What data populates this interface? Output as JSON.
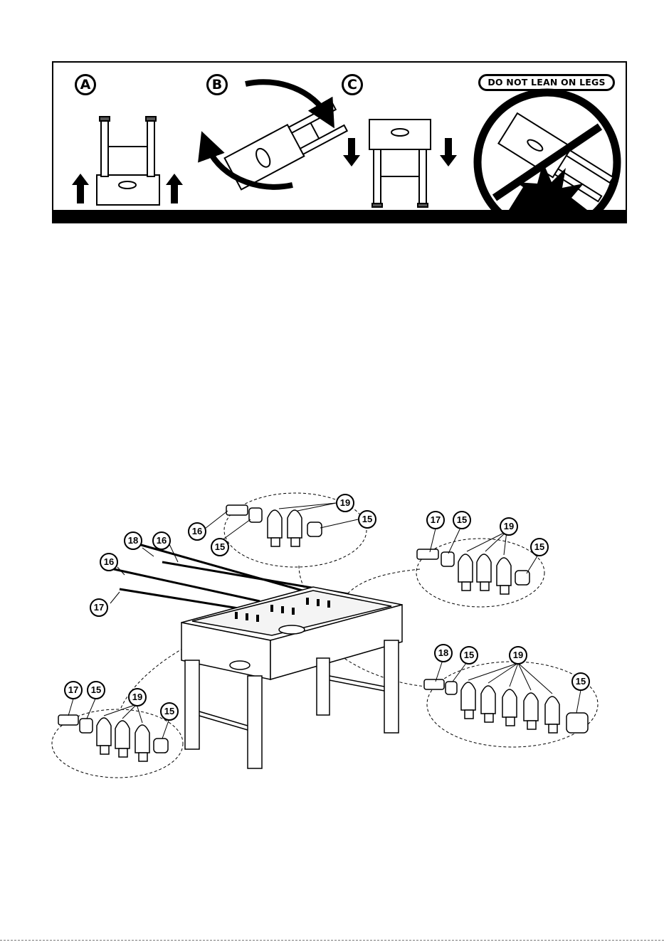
{
  "steps": {
    "a": "A",
    "b": "B",
    "c": "C"
  },
  "warning": "DO NOT LEAN ON LEGS",
  "callouts": [
    "19",
    "16",
    "15",
    "15",
    "18",
    "16",
    "16",
    "17",
    "17",
    "15",
    "19",
    "15",
    "18",
    "15",
    "19",
    "15",
    "17",
    "15",
    "19",
    "15"
  ],
  "colors": {
    "ink": "#000000",
    "paper": "#ffffff",
    "part_fill": "#f4f4f4"
  }
}
